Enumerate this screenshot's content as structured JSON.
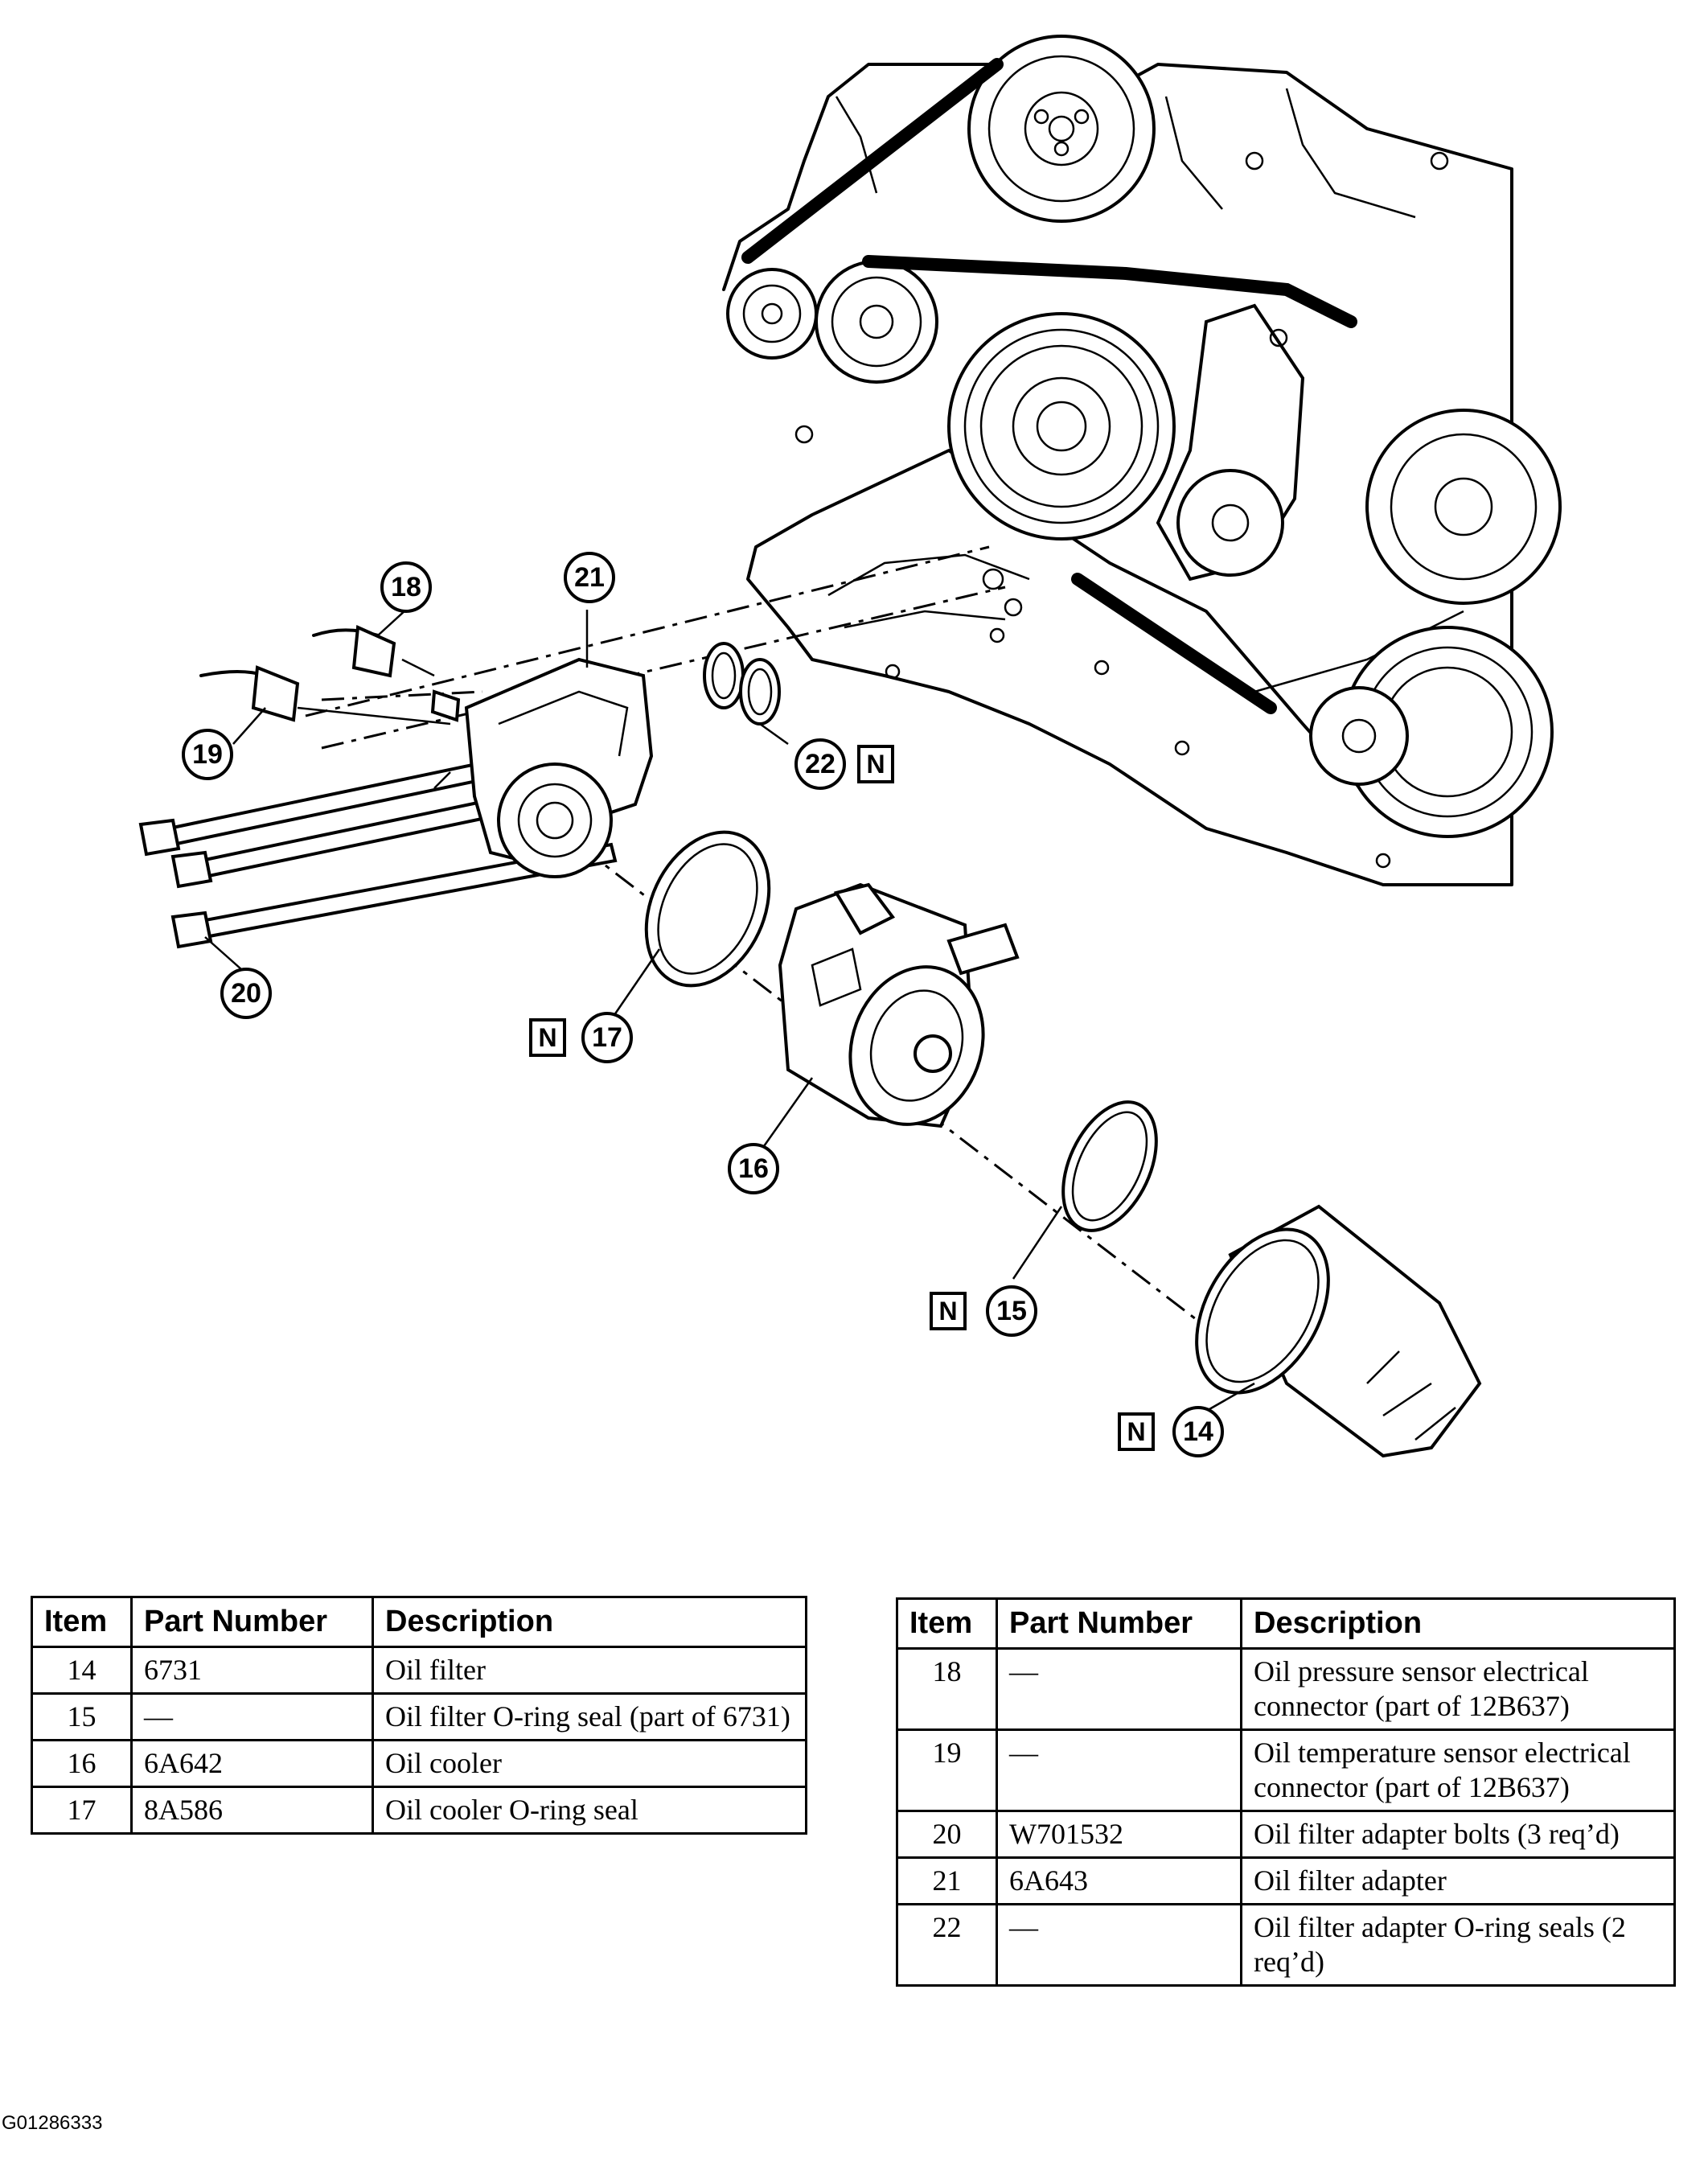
{
  "callouts": {
    "c14": "14",
    "c15": "15",
    "c16": "16",
    "c17": "17",
    "c18": "18",
    "c19": "19",
    "c20": "20",
    "c21": "21",
    "c22": "22"
  },
  "new_part_marker": "N",
  "table_left": {
    "headers": [
      "Item",
      "Part Number",
      "Description"
    ],
    "rows": [
      {
        "item": "14",
        "part": "6731",
        "desc": "Oil filter"
      },
      {
        "item": "15",
        "part": "—",
        "desc": "Oil filter O-ring seal (part of 6731)"
      },
      {
        "item": "16",
        "part": "6A642",
        "desc": "Oil cooler"
      },
      {
        "item": "17",
        "part": "8A586",
        "desc": "Oil cooler O-ring seal"
      }
    ]
  },
  "table_right": {
    "headers": [
      "Item",
      "Part Number",
      "Description"
    ],
    "rows": [
      {
        "item": "18",
        "part": "—",
        "desc": "Oil pressure sensor electrical connector (part of 12B637)"
      },
      {
        "item": "19",
        "part": "—",
        "desc": "Oil temperature sensor electrical connector (part of 12B637)"
      },
      {
        "item": "20",
        "part": "W701532",
        "desc": "Oil filter adapter bolts (3 req’d)"
      },
      {
        "item": "21",
        "part": "6A643",
        "desc": "Oil filter adapter"
      },
      {
        "item": "22",
        "part": "—",
        "desc": "Oil filter adapter O-ring seals (2 req’d)"
      }
    ]
  },
  "figure_id": "G01286333"
}
